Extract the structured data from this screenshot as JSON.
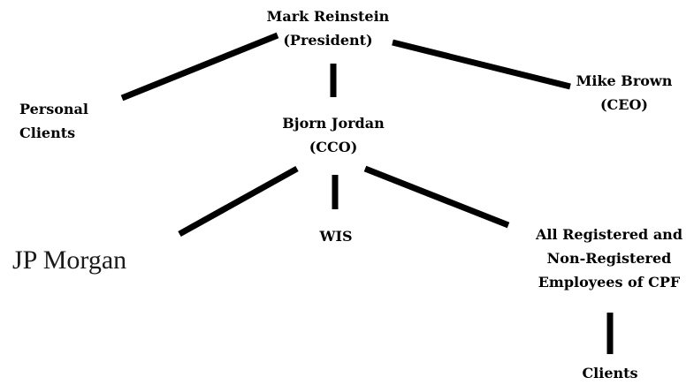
{
  "diagram": {
    "nodes": [
      {
        "id": "mark",
        "lines": [
          "Mark Reinstein",
          "(President)"
        ]
      },
      {
        "id": "personal",
        "lines": [
          "Personal",
          "Clients"
        ]
      },
      {
        "id": "mike",
        "lines": [
          "Mike Brown",
          "(CEO)"
        ]
      },
      {
        "id": "bjorn",
        "lines": [
          "Bjorn Jordan",
          "(CCO)"
        ]
      },
      {
        "id": "wis",
        "lines": [
          "WIS"
        ]
      },
      {
        "id": "employees",
        "lines": [
          "All Registered and",
          "Non-Registered",
          "Employees of CPF"
        ]
      },
      {
        "id": "clients",
        "lines": [
          "Clients"
        ]
      }
    ],
    "logo": {
      "text": "JP Morgan"
    },
    "edges": [
      {
        "from": "mark",
        "to": "personal"
      },
      {
        "from": "mark",
        "to": "bjorn"
      },
      {
        "from": "mark",
        "to": "mike"
      },
      {
        "from": "bjorn",
        "to": "jpmorgan"
      },
      {
        "from": "bjorn",
        "to": "wis"
      },
      {
        "from": "bjorn",
        "to": "employees"
      },
      {
        "from": "employees",
        "to": "clients"
      }
    ],
    "line_color": "#000000"
  }
}
